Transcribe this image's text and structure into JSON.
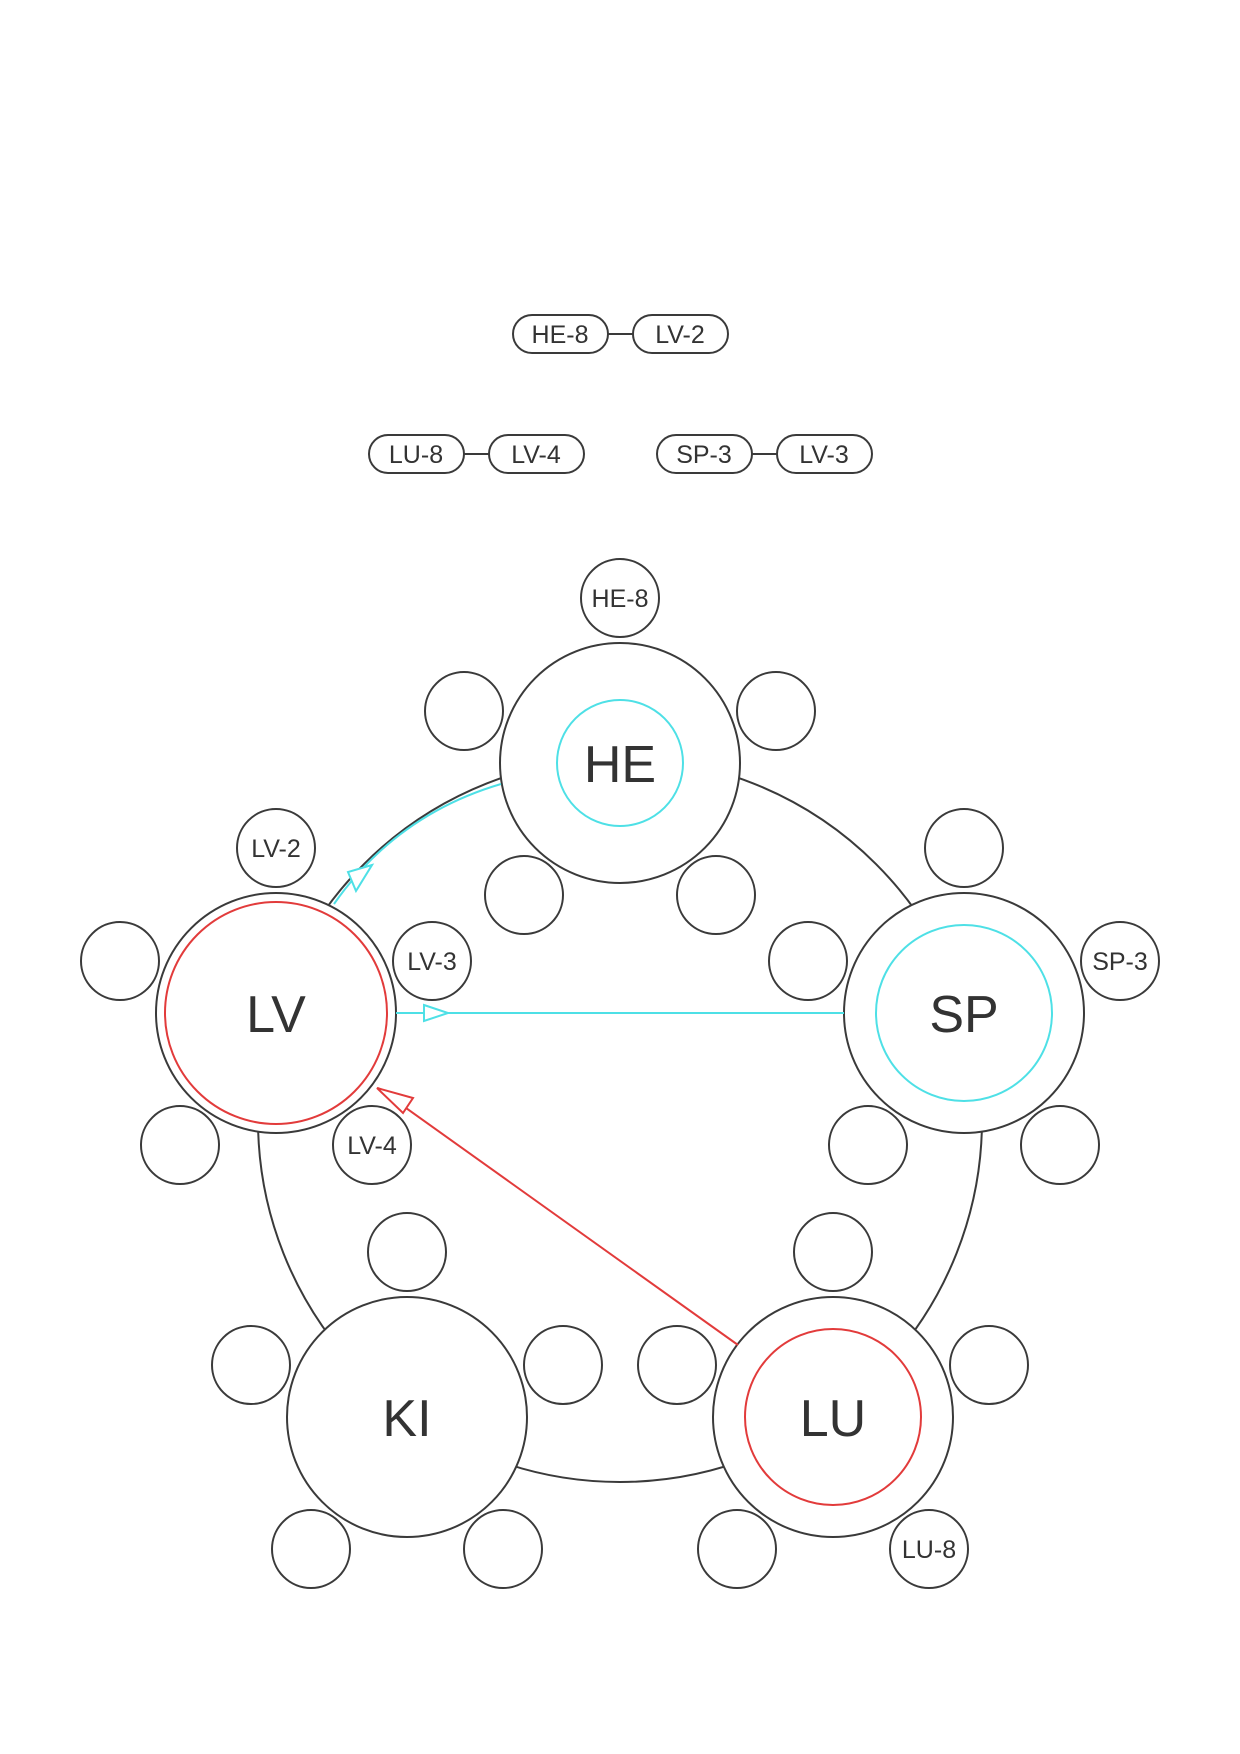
{
  "colors": {
    "outline": "#3a3a3a",
    "cyan": "#4ee0e6",
    "red": "#e23b3b",
    "text": "#333333"
  },
  "pairs": [
    {
      "a": "HE-8",
      "b": "LV-2"
    },
    {
      "a": "LU-8",
      "b": "LV-4"
    },
    {
      "a": "SP-3",
      "b": "LV-3"
    }
  ],
  "organs": [
    {
      "id": "HE",
      "label": "HE",
      "inner_ring": "cyan"
    },
    {
      "id": "SP",
      "label": "SP",
      "inner_ring": "cyan"
    },
    {
      "id": "LU",
      "label": "LU",
      "inner_ring": "red"
    },
    {
      "id": "KI",
      "label": "KI",
      "inner_ring": "none"
    },
    {
      "id": "LV",
      "label": "LV",
      "inner_ring": "red"
    }
  ],
  "points": {
    "he_8": "HE-8",
    "lv_2": "LV-2",
    "lv_3": "LV-3",
    "lv_4": "LV-4",
    "sp_3": "SP-3",
    "lu_8": "LU-8"
  },
  "arrows": [
    {
      "from": "HE",
      "to": "LV",
      "color": "cyan"
    },
    {
      "from": "SP",
      "to": "LV",
      "color": "cyan"
    },
    {
      "from": "LU",
      "to": "LV",
      "color": "red"
    }
  ]
}
